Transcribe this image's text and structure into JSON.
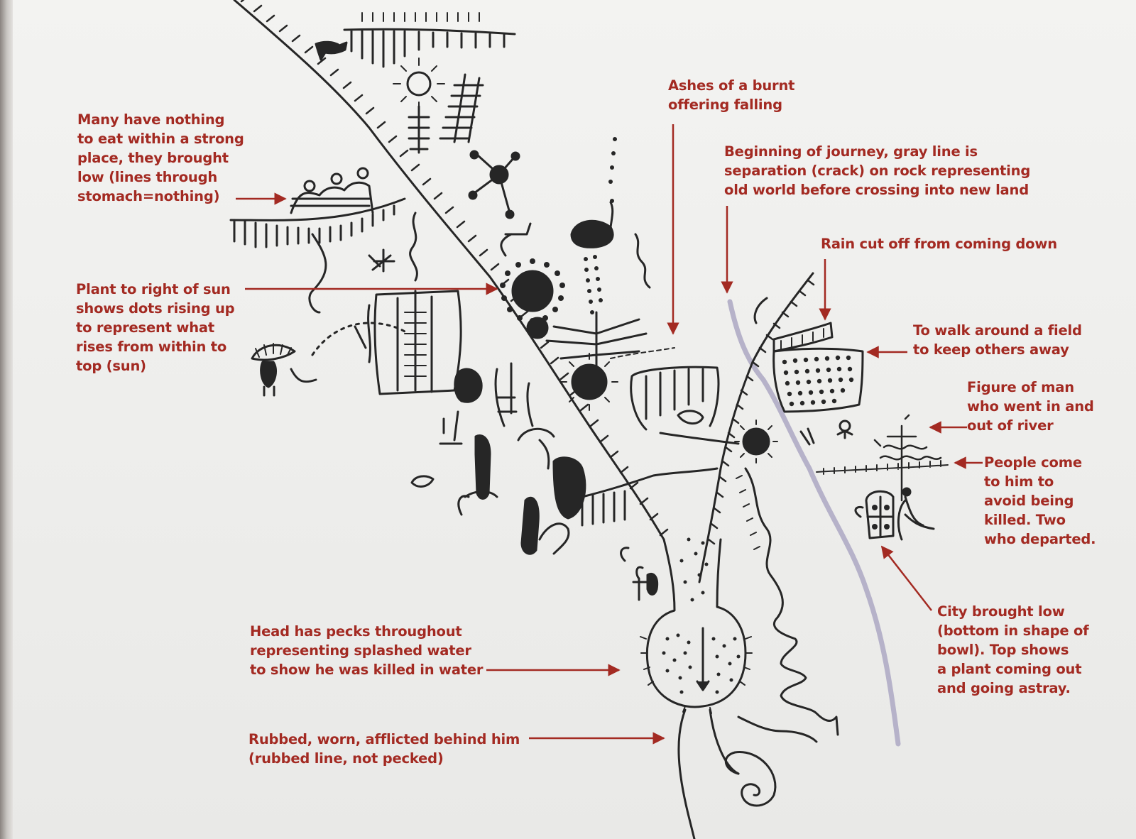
{
  "annotations": {
    "a1": "Many have nothing\nto eat within a strong\nplace, they brought\nlow (lines through\nstomach=nothing)",
    "a2": "Plant to right of sun\nshows dots rising up\nto represent what\nrises from within to\ntop (sun)",
    "a3": "Ashes of a burnt\noffering falling",
    "a4": "Beginning of journey, gray line is\nseparation (crack) on rock representing\nold world before crossing into new land",
    "a5": "Rain cut off from coming down",
    "a6": "To walk around a field\nto keep others away",
    "a7": "Figure of man\nwho went in and\nout of river",
    "a8": "People come\nto him to\navoid being\nkilled. Two\nwho departed.",
    "a9": "City brought low\n(bottom in shape of\nbowl). Top shows\na plant coming out\nand going astray.",
    "a10": "Head has pecks throughout\nrepresenting splashed water\nto show he was killed in water",
    "a11": "Rubbed, worn, afflicted behind him\n(rubbed line, not pecked)"
  },
  "colors": {
    "annotation": "#a32a22",
    "petroglyph": "#262626",
    "crack_line": "#b6b2c9",
    "background": "#efefed"
  },
  "icons": [
    "sun-icon",
    "animal-figure-icon",
    "human-figure-icon",
    "spiral-icon",
    "dotted-field-icon"
  ]
}
